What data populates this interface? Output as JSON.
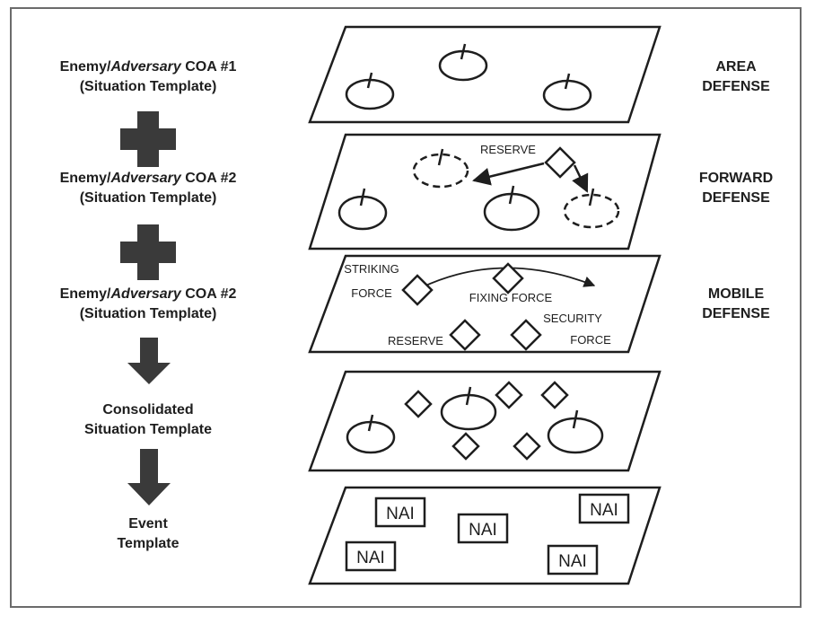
{
  "colors": {
    "ink": "#1e1e1e",
    "operator": "#3a3a3a",
    "frame_border": "#6b6b6b",
    "background": "#ffffff"
  },
  "left_labels": [
    {
      "line1_prefix": "Enemy/",
      "line1_italic": "Adversary",
      "line1_suffix": " COA #1",
      "line2": "(Situation Template)"
    },
    {
      "line1_prefix": "Enemy/",
      "line1_italic": "Adversary",
      "line1_suffix": " COA #2",
      "line2": "(Situation Template)"
    },
    {
      "line1_prefix": "Enemy/",
      "line1_italic": "Adversary",
      "line1_suffix": " COA #2",
      "line2": "(Situation Template)"
    },
    {
      "line1": "Consolidated",
      "line2": "Situation Template"
    },
    {
      "line1": "Event",
      "line2": "Template"
    }
  ],
  "operators": [
    "plus-icon",
    "plus-icon",
    "arrow-down-icon",
    "arrow-down-icon"
  ],
  "right_labels": [
    {
      "line1": "AREA",
      "line2": "DEFENSE"
    },
    {
      "line1": "FORWARD",
      "line2": "DEFENSE"
    },
    {
      "line1": "MOBILE",
      "line2": "DEFENSE"
    }
  ],
  "forward_defense": {
    "reserve": "RESERVE"
  },
  "mobile_defense": {
    "striking_1": "STRIKING",
    "striking_2": "FORCE",
    "fixing": "FIXING FORCE",
    "security_1": "SECURITY",
    "security_2": "FORCE",
    "reserve": "RESERVE"
  },
  "event_template": {
    "nai": [
      "NAI",
      "NAI",
      "NAI",
      "NAI",
      "NAI"
    ]
  }
}
